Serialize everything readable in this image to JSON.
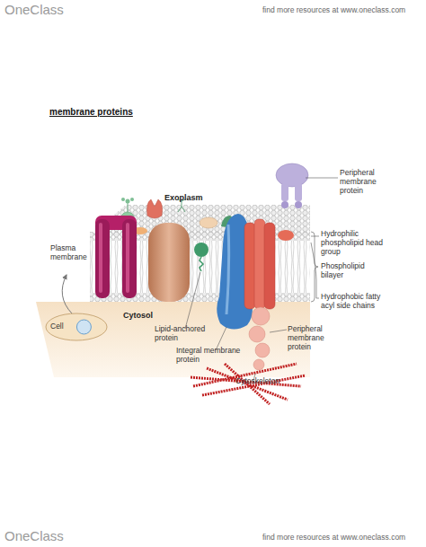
{
  "diagram": {
    "title": "membrane proteins",
    "nodes": [
      {
        "text": [
          "Cell"
        ]
      }
    ],
    "labels": [
      "OneClass",
      "find more resources at www.oneclass.com",
      "Exoplasm",
      "Peripheral membrane protein",
      "Plasma membrane",
      "Hydrophilic phospholipid head group",
      "Phospholipid bilayer",
      "Hydrophobic fatty acyl side chains",
      "Cytosol",
      "Lipid-anchored protein",
      "Integral membrane protein",
      "Peripheral membrane protein",
      "Cytoskeleton",
      "OneClass",
      "find more resources at www.oneclass.com"
    ]
  }
}
